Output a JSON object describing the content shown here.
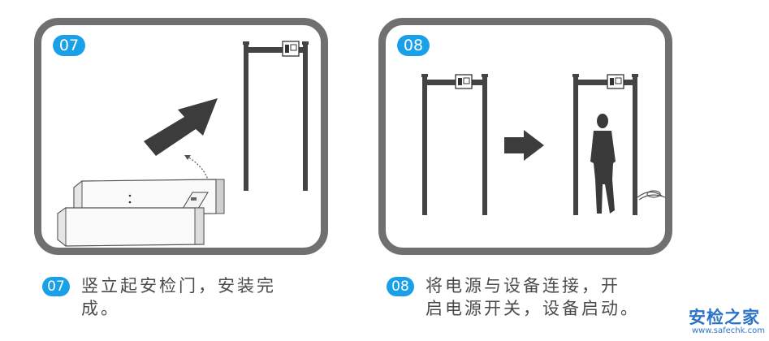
{
  "steps": [
    {
      "badge": "07",
      "caption_line1": "竖立起安检门，安装完",
      "caption_line2": "成。"
    },
    {
      "badge": "08",
      "caption_line1": "将电源与设备连接，开",
      "caption_line2": "启电源开关，设备启动。"
    }
  ],
  "watermark": {
    "title": "安检之家",
    "url": "www.safechk.com"
  },
  "colors": {
    "badge": "#1aa0e8",
    "frame": "#707070",
    "watermark": "#2b74c8"
  }
}
